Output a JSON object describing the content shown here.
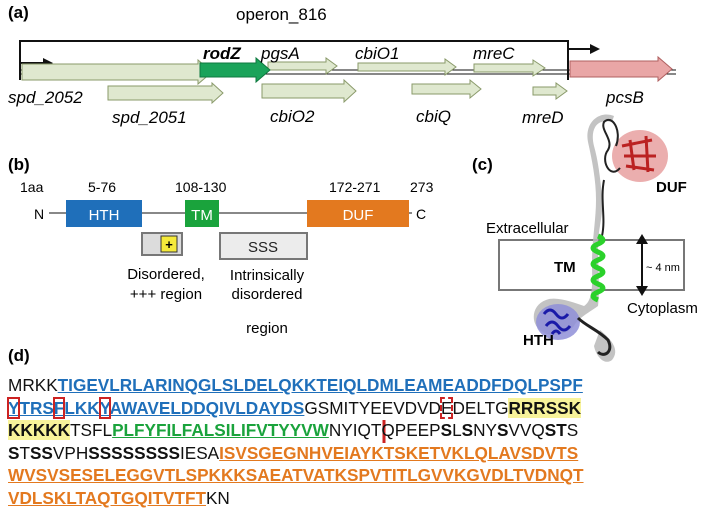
{
  "panel_a": {
    "label": "(a)",
    "operon": "operon_816",
    "genes": {
      "spd_2052": "spd_2052",
      "spd_2051": "spd_2051",
      "rodZ": "rodZ",
      "pgsA": "pgsA",
      "cbiO2": "cbiO2",
      "cbiO1": "cbiO1",
      "cbiQ": "cbiQ",
      "mreC": "mreC",
      "mreD": "mreD",
      "pcsB": "pcsB"
    },
    "colors": {
      "gene": "#dfe8cf",
      "rodZ": "#1aa35a",
      "pcsB": "#e9a6a6"
    }
  },
  "panel_b": {
    "label": "(b)",
    "n_term": "N",
    "c_term": "C",
    "pos_start": "1aa",
    "pos_end": "273",
    "domains": [
      {
        "name": "HTH",
        "range": "5-76",
        "color": "#1f6fba"
      },
      {
        "name": "TM",
        "range": "108-130",
        "color": "#1aa33c"
      },
      {
        "name": "DUF",
        "range": "172-271",
        "color": "#e3791f"
      }
    ],
    "plus": "+",
    "sss": "SSS",
    "disordered1": [
      "Disordered,",
      "+++ region"
    ],
    "disordered2": [
      "Intrinsically",
      "disordered",
      "region"
    ]
  },
  "panel_c": {
    "label": "(c)",
    "duf": "DUF",
    "extracellular": "Extracellular",
    "tm": "TM",
    "dist": "~ 4 nm",
    "cytoplasm": "Cytoplasm",
    "hth": "HTH"
  },
  "panel_d": {
    "label": "(d)",
    "l1": {
      "a": "MRKK",
      "b": "TIGEVLRLARINQGLSLDELQKKTEIQLDMLEAMEADDFDQLPSPF"
    },
    "l2": {
      "a": "Y",
      "b": "TRS",
      "c": "F",
      "d": "LKK",
      "e": "Y",
      "f": "AWAVELDDQIVLDAYDS",
      "g": "GSMITYEEVDVD",
      "h": "E",
      "i": "DELTG",
      "j": "RRRSSK"
    },
    "l3": {
      "a": "KKKKK",
      "b": "TSFL",
      "c": "PLFYFILFALSILIFVTYYVW",
      "d": "NYIQTQPEEP",
      "e": "S",
      "f": "L",
      "g": "S",
      "h": "NY",
      "i": "S",
      "j": "VVQ",
      "k": "ST",
      "l": "S"
    },
    "l4": {
      "a": "S",
      "b": "T",
      "c": "SS",
      "d": "VPH",
      "e": "SSSSSSSS",
      "f": "IESA",
      "g": "ISVSGEGNHVEIAYKTSKETVKLQLAVSDVTS"
    },
    "l5": {
      "a": "WVSVSESELEGGVTLSPKKKSAEATVATKSPVTITLGVVKGVDLTVDNQT"
    },
    "l6": {
      "a": "VDLSKLTAQTGQITVTFT",
      "b": "KN"
    }
  }
}
